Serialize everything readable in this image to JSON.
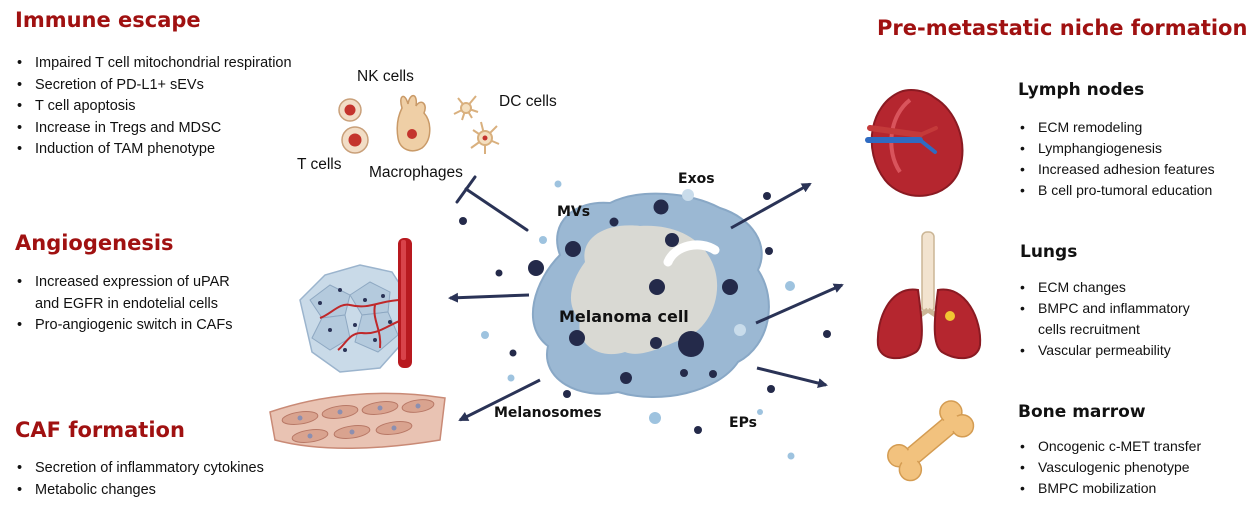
{
  "left": {
    "immune_escape": {
      "title": "Immune escape",
      "items": [
        "Impaired T cell mitochondrial respiration",
        "Secretion of PD-L1+ sEVs",
        "T cell apoptosis",
        "Increase in Tregs and MDSC",
        "Induction of TAM phenotype"
      ]
    },
    "angiogenesis": {
      "title": "Angiogenesis",
      "items": [
        "Increased expression of uPAR",
        "and EGFR in endotelial cells",
        "Pro-angiogenic switch in CAFs"
      ]
    },
    "caf_formation": {
      "title": "CAF formation",
      "items": [
        "Secretion of inflammatory cytokines",
        "Metabolic changes"
      ]
    }
  },
  "cells": {
    "nk": "NK cells",
    "dc": "DC cells",
    "t": "T cells",
    "macrophages": "Macrophages"
  },
  "center": {
    "melanoma": "Melanoma cell",
    "mvs": "MVs",
    "exos": "Exos",
    "melanosomes": "Melanosomes",
    "eps": "EPs"
  },
  "right": {
    "title": "Pre-metastatic niche formation",
    "lymph_nodes": {
      "title": "Lymph nodes",
      "items": [
        "ECM remodeling",
        "Lymphangiogenesis",
        "Increased adhesion features",
        "B cell pro-tumoral education"
      ]
    },
    "lungs": {
      "title": "Lungs",
      "items": [
        "ECM changes",
        "BMPC and inflammatory",
        "cells recruitment",
        "Vascular permeability"
      ]
    },
    "bone_marrow": {
      "title": "Bone marrow",
      "items": [
        "Oncogenic c-MET transfer",
        "Vasculogenic phenotype",
        "BMPC mobilization"
      ]
    }
  },
  "colors": {
    "title_red": "#a01111",
    "vesicle_navy": "#242a4a",
    "vesicle_light": "#9ec3df",
    "cell_outer": "#9bb8d3",
    "cell_inner": "#d9d9d3"
  }
}
